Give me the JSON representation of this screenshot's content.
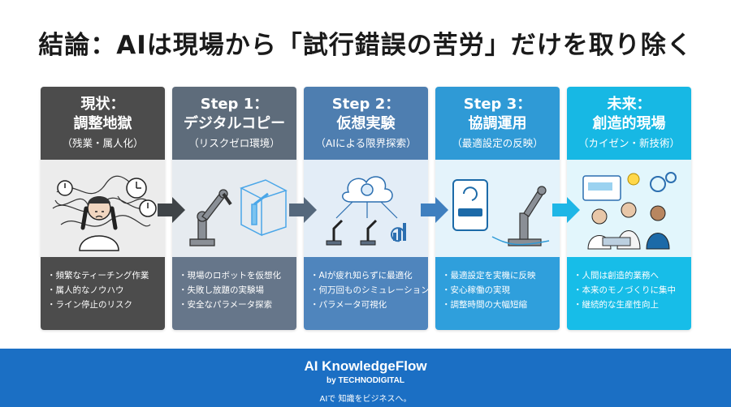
{
  "title": "結論：AIは現場から「試行錯誤の苦労」だけを取り除く",
  "cards": [
    {
      "line1": "現状：",
      "line2": "調整地獄",
      "line3": "（残業・属人化）",
      "head_color": "#4c4c4c",
      "body_color": "#ececec",
      "bullet_bg": "#4c4c4c",
      "bullets": [
        "頻繁なティーチング作業",
        "属人的なノウハウ",
        "ライン停止のリスク"
      ]
    },
    {
      "line1": "Step 1：",
      "line2": "デジタルコピー",
      "line3": "（リスクゼロ環境）",
      "head_color": "#5e6c7b",
      "body_color": "#e6ebf0",
      "bullet_bg": "#66768a",
      "bullets": [
        "現場のロボットを仮想化",
        "失敗し放題の実験場",
        "安全なパラメータ探索"
      ]
    },
    {
      "line1": "Step 2：",
      "line2": "仮想実験",
      "line3": "（AIによる限界探索）",
      "head_color": "#4e7eb0",
      "body_color": "#e3edf7",
      "bullet_bg": "#4f85bd",
      "bullets": [
        "AIが疲れ知らずに最適化",
        "何万回ものシミュレーション",
        "パラメータ可視化"
      ]
    },
    {
      "line1": "Step 3：",
      "line2": "協調運用",
      "line3": "（最適設定の反映）",
      "head_color": "#2f9ad6",
      "body_color": "#e4f3fb",
      "bullet_bg": "#2f9fdc",
      "bullets": [
        "最適設定を実機に反映",
        "安心稼働の実現",
        "調整時間の大幅短縮"
      ]
    },
    {
      "line1": "未来：",
      "line2": "創造的現場",
      "line3": "（カイゼン・新技術）",
      "head_color": "#17b8e4",
      "body_color": "#e2f6fc",
      "bullet_bg": "#17bde8",
      "bullets": [
        "人間は創造的業務へ",
        "本来のモノづくりに集中",
        "継続的な生産性向上"
      ]
    }
  ],
  "footer": {
    "brand": "AI KnowledgeFlow",
    "by": "by TECHNODIGITAL",
    "tagline": "AIで 知識をビジネスへ。"
  },
  "colors": {
    "footer_bg": "#1b6fc4"
  }
}
